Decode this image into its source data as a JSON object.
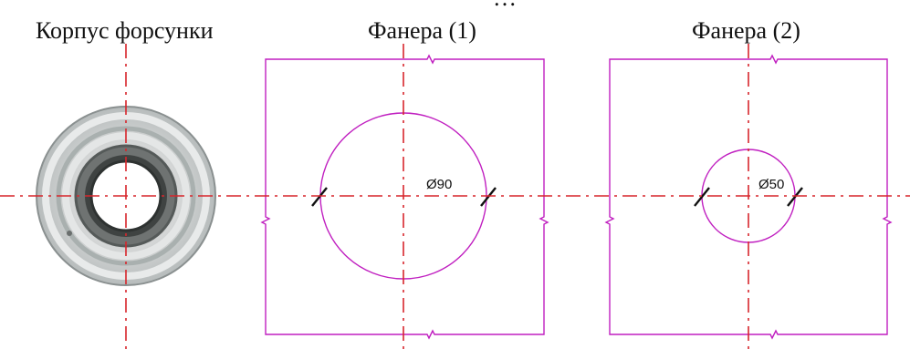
{
  "top_fragment": "…",
  "labels": {
    "nozzle_body": "Корпус форсунки",
    "plywood_1": "Фанера (1)",
    "plywood_2": "Фанера (2)"
  },
  "dimensions": {
    "plywood_1_diameter": "Ø90",
    "plywood_2_diameter": "Ø50"
  },
  "colors": {
    "axis_lines": "#d7262c",
    "part_outlines": "#c01fc0",
    "dimension_ticks": "#111111"
  }
}
